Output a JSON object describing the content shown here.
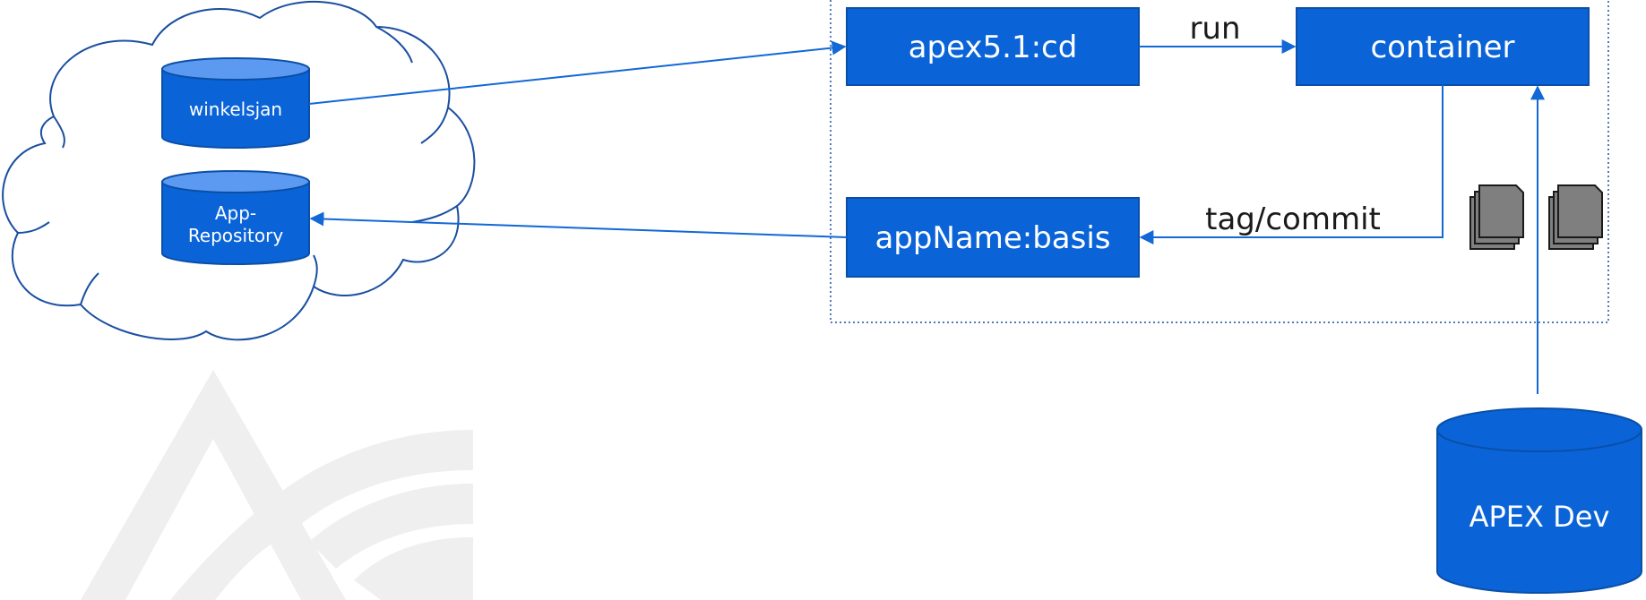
{
  "colors": {
    "node_fill": "#0a64d8",
    "node_border": "#0a4fa8",
    "db_top": "#5b9af0",
    "edge": "#1268d6",
    "cloud_stroke": "#1a4fa0",
    "doc_fill": "#7f7f7f",
    "watermark": "#efefef"
  },
  "diagram": {
    "nodes": {
      "image_apex": {
        "label": "apex5.1:cd"
      },
      "container": {
        "label": "container"
      },
      "image_app": {
        "label": "appName:basis"
      },
      "repo_winkelsjan": {
        "label": "winkelsjan"
      },
      "repo_app": {
        "label_line1": "App-",
        "label_line2": "Repository"
      },
      "db_apex_dev": {
        "label": "APEX Dev"
      }
    },
    "edges": {
      "run": {
        "label": "run"
      },
      "tag_commit": {
        "label": "tag/commit"
      }
    },
    "icons": [
      "cloud-icon",
      "document-stack-icon",
      "document-stack-icon",
      "logo-watermark"
    ]
  }
}
